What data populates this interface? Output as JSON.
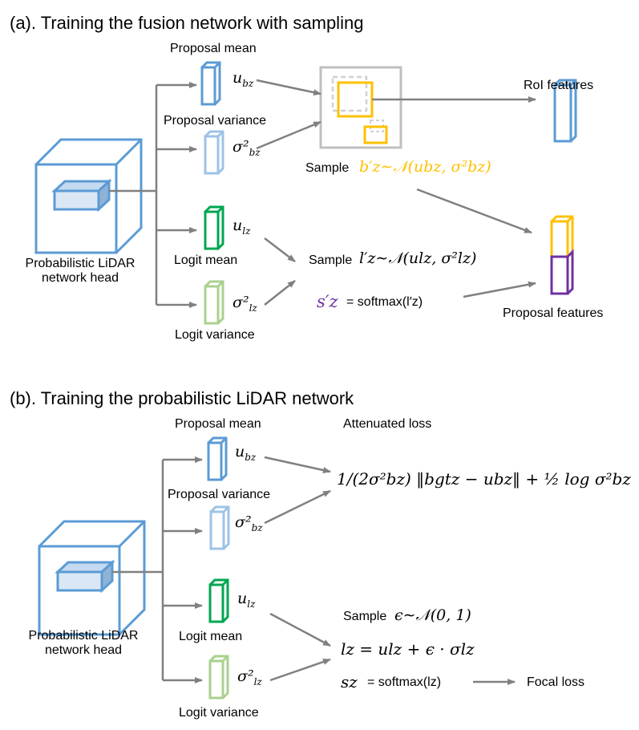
{
  "part_a": {
    "title": "(a). Training the fusion network with sampling",
    "head_label": [
      "Probabilistic LiDAR",
      "network head"
    ],
    "proposal_mean": "Proposal mean",
    "proposal_variance": "Proposal variance",
    "logit_mean": "Logit mean",
    "logit_variance": "Logit variance",
    "u_b": "u",
    "u_b_sub": "bz",
    "sigma_b": "σ²",
    "sigma_b_sub": "bz",
    "u_l": "u",
    "u_l_sub": "lz",
    "sigma_l": "σ²",
    "sigma_l_sub": "lz",
    "sample_b_prefix": "Sample",
    "sample_b_formula": "b′z∼𝒩(ubz, σ²bz)",
    "sample_l_prefix": "Sample",
    "sample_l_formula": "l′z∼𝒩(ulz, σ²lz)",
    "s_prime": "s′z",
    "softmax_text": "= softmax(l′z)",
    "roi_features": "RoI features",
    "proposal_features": "Proposal features"
  },
  "part_b": {
    "title": "(b). Training the probabilistic LiDAR network",
    "head_label": [
      "Probabilistic LiDAR",
      "network head"
    ],
    "proposal_mean": "Proposal mean",
    "proposal_variance": "Proposal variance",
    "logit_mean": "Logit mean",
    "logit_variance": "Logit variance",
    "attenuated_loss": "Attenuated loss",
    "loss_formula": "1/(2σ²bz) ‖bgtz − ubz‖ + ½ log σ²bz",
    "sample_eps_prefix": "Sample",
    "sample_eps_formula": "ϵ∼𝒩(0, 1)",
    "lz_formula": "lz = ulz + ϵ · σlz",
    "sz_symbol": "sz",
    "sz_text": "= softmax(lz)",
    "focal_loss": "Focal loss"
  },
  "colors": {
    "blue": "#5b9bd5",
    "light_blue": "#9dc3e6",
    "green": "#00a651",
    "light_green": "#a9d18e",
    "gold": "#ffc000",
    "purple": "#7030a0",
    "gray": "#808080",
    "light_gray": "#bfbfbf"
  }
}
